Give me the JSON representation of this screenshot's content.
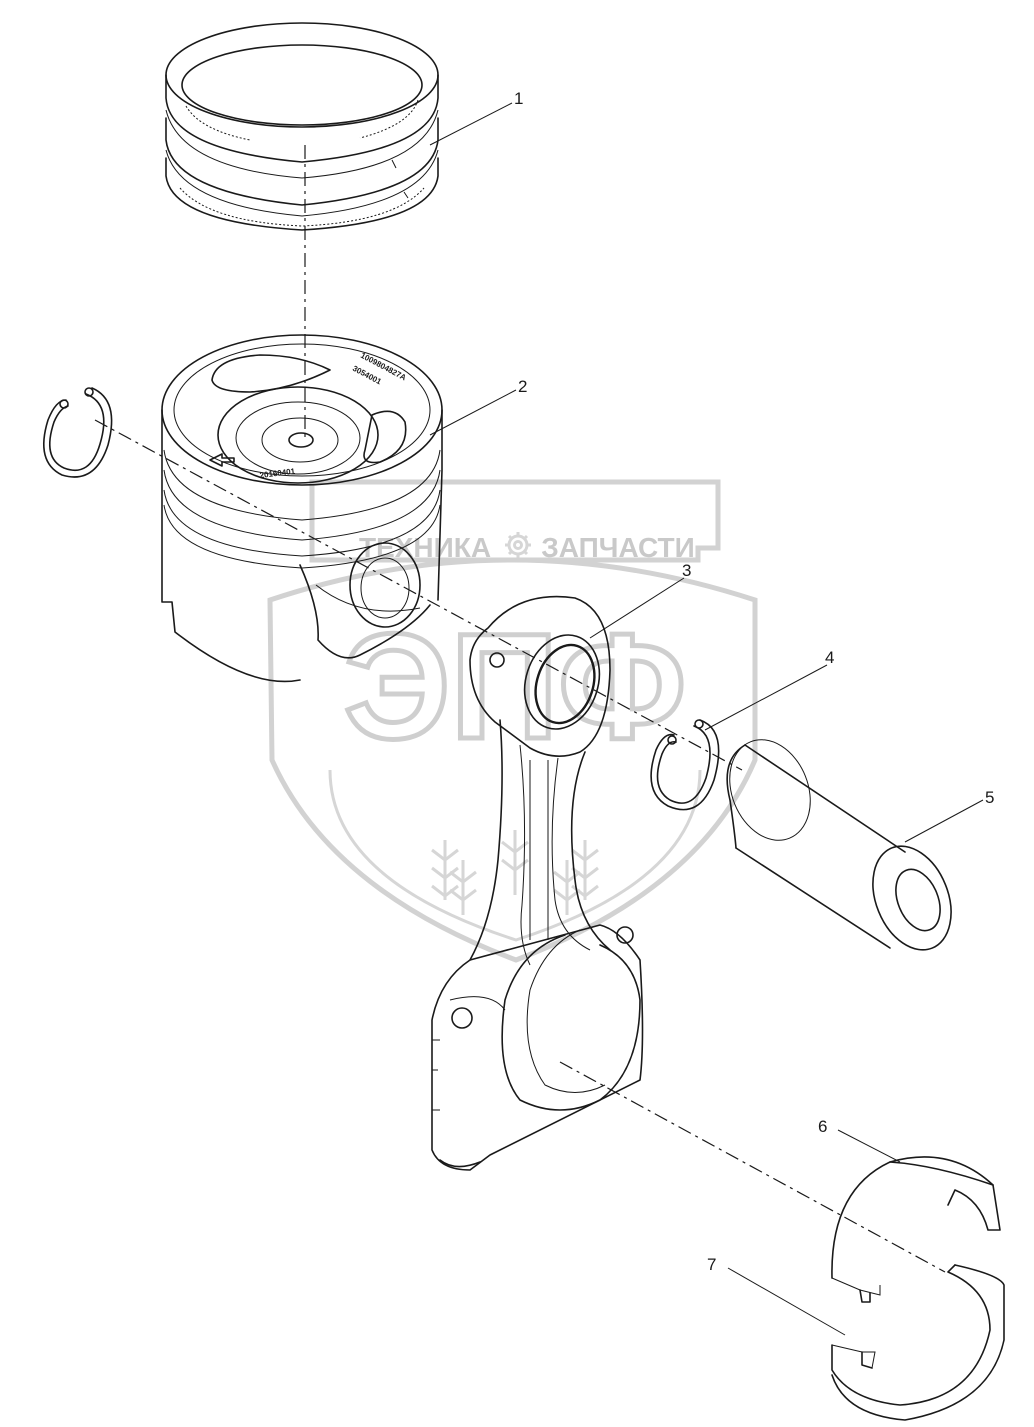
{
  "watermark": {
    "line1_left": "ТЕХНИКА",
    "line1_right": "ЗАПЧАСТИ",
    "big_letters": "ЭПФ",
    "gear_icon": "gear-icon"
  },
  "piston_marks": {
    "top_code_1": "1009804827A",
    "top_code_2": "3054001",
    "side_code": "20160401"
  },
  "callouts": [
    {
      "number": "1",
      "part": "piston-ring-set"
    },
    {
      "number": "2",
      "part": "piston"
    },
    {
      "number": "3",
      "part": "small-end-bushing"
    },
    {
      "number": "4",
      "part": "circlip"
    },
    {
      "number": "5",
      "part": "piston-pin"
    },
    {
      "number": "6",
      "part": "upper-bearing-shell"
    },
    {
      "number": "7",
      "part": "lower-bearing-shell"
    }
  ]
}
